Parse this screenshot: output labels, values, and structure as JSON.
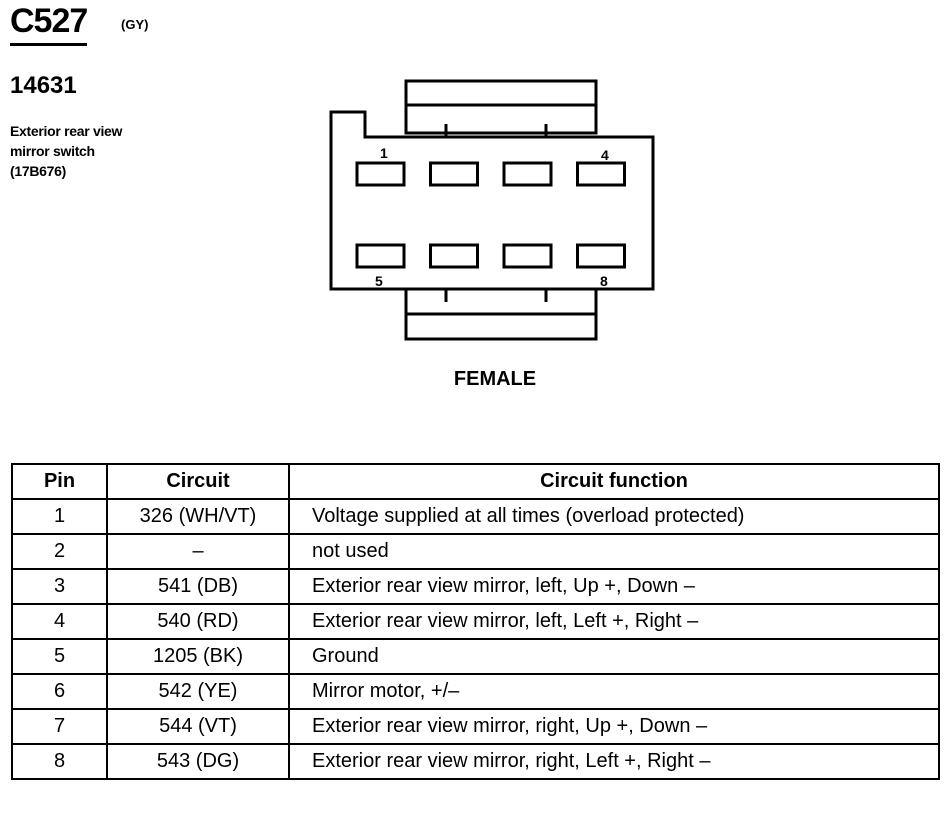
{
  "header": {
    "connector_id": "C527",
    "color_code": "(GY)",
    "part_number": "14631",
    "description_lines": [
      "Exterior rear view",
      "mirror switch",
      "(17B676)"
    ]
  },
  "connector": {
    "cavity_labels": {
      "first_top": "1",
      "last_top": "4",
      "first_bottom": "5",
      "last_bottom": "8"
    },
    "gender": "FEMALE",
    "cavity_rows": 2,
    "cavities_per_row": 4
  },
  "table": {
    "headers": [
      "Pin",
      "Circuit",
      "Circuit function"
    ],
    "rows": [
      {
        "pin": "1",
        "circuit": "326 (WH/VT)",
        "function": "Voltage supplied at all times (overload protected)"
      },
      {
        "pin": "2",
        "circuit": "–",
        "function": "not used"
      },
      {
        "pin": "3",
        "circuit": "541 (DB)",
        "function": "Exterior rear view mirror, left, Up +, Down –"
      },
      {
        "pin": "4",
        "circuit": "540 (RD)",
        "function": "Exterior rear view mirror, left, Left +, Right –"
      },
      {
        "pin": "5",
        "circuit": "1205 (BK)",
        "function": "Ground"
      },
      {
        "pin": "6",
        "circuit": "542 (YE)",
        "function": "Mirror motor, +/–"
      },
      {
        "pin": "7",
        "circuit": "544 (VT)",
        "function": "Exterior rear view mirror, right, Up +, Down –"
      },
      {
        "pin": "8",
        "circuit": "543 (DG)",
        "function": "Exterior rear view mirror, right, Left +, Right –"
      }
    ]
  }
}
